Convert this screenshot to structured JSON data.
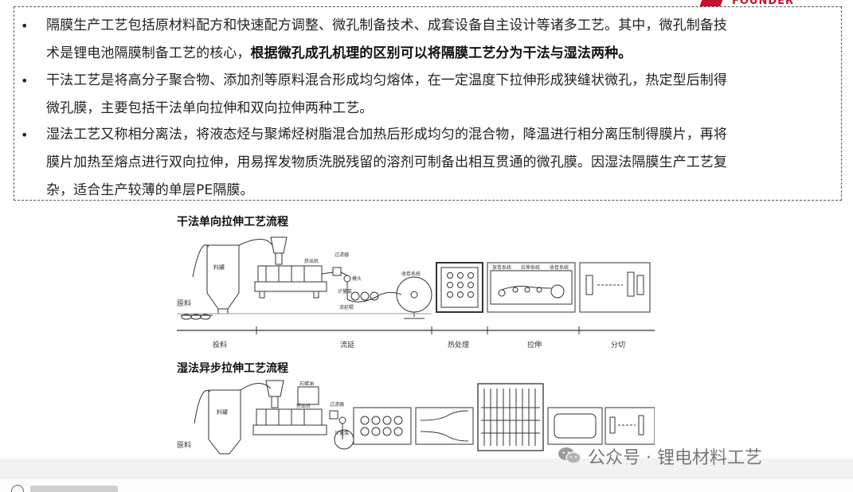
{
  "logo": {
    "text": "FOUNDER SECURITIES"
  },
  "bullets": [
    {
      "lines": [
        [
          {
            "t": "隔膜生产工艺包括原材料配方和快速配方调整、微孔制备技术、成套设备自主设计等诸多工艺。其中，微孔制备技"
          }
        ],
        [
          {
            "t": "术是锂电池隔膜制备工艺的核心，"
          },
          {
            "t": "根据微孔成孔机理的区别可以将隔膜工艺分为干法与湿法两种。",
            "b": true
          }
        ]
      ]
    },
    {
      "lines": [
        [
          {
            "t": "干法工艺是将高分子聚合物、添加剂等原料混合形成均匀熔体，在一定温度下拉伸形成狭缝状微孔，热定型后制得"
          }
        ],
        [
          {
            "t": "微孔膜，主要包括干法单向拉伸和双向拉伸两种工艺。"
          }
        ]
      ]
    },
    {
      "lines": [
        [
          {
            "t": "湿法工艺又称相分离法，将液态烃与聚烯烃树脂混合加热后形成均匀的混合物，降温进行相分离压制得膜片，再将"
          }
        ],
        [
          {
            "t": "膜片加热至熔点进行双向拉伸，用易挥发物质洗脱残留的溶剂可制备出相互贯通的微孔膜。因湿法隔膜生产工艺复"
          }
        ],
        [
          {
            "t": "杂，适合生产较薄的单层PE隔膜。"
          }
        ]
      ]
    }
  ],
  "diagram1": {
    "title": "干法单向拉伸工艺流程",
    "labels": {
      "silo": "料罐",
      "raw": "原料",
      "extruder": "挤出机",
      "filter": "过滤器",
      "die": "模头",
      "meter": "计量泵",
      "cast": "流延辊",
      "winder": "收卷系统",
      "unwind": "放卷系统",
      "stretch": "拉伸系统",
      "rewind": "收卷系统"
    },
    "stages": [
      "投料",
      "流延",
      "热处理",
      "拉伸",
      "分切"
    ]
  },
  "diagram2": {
    "title": "湿法异步拉伸工艺流程",
    "labels": {
      "silo": "料罐",
      "oil": "石蜡油",
      "extruder": "挤出机",
      "filter": "过滤器",
      "meter": "计量泵",
      "raw": "原料"
    }
  },
  "watermark": {
    "text": "公众号 · 锂电材料工艺",
    "icon": "wechat-icon"
  },
  "colors": {
    "brand": "#c8102e",
    "border": "#555555"
  }
}
